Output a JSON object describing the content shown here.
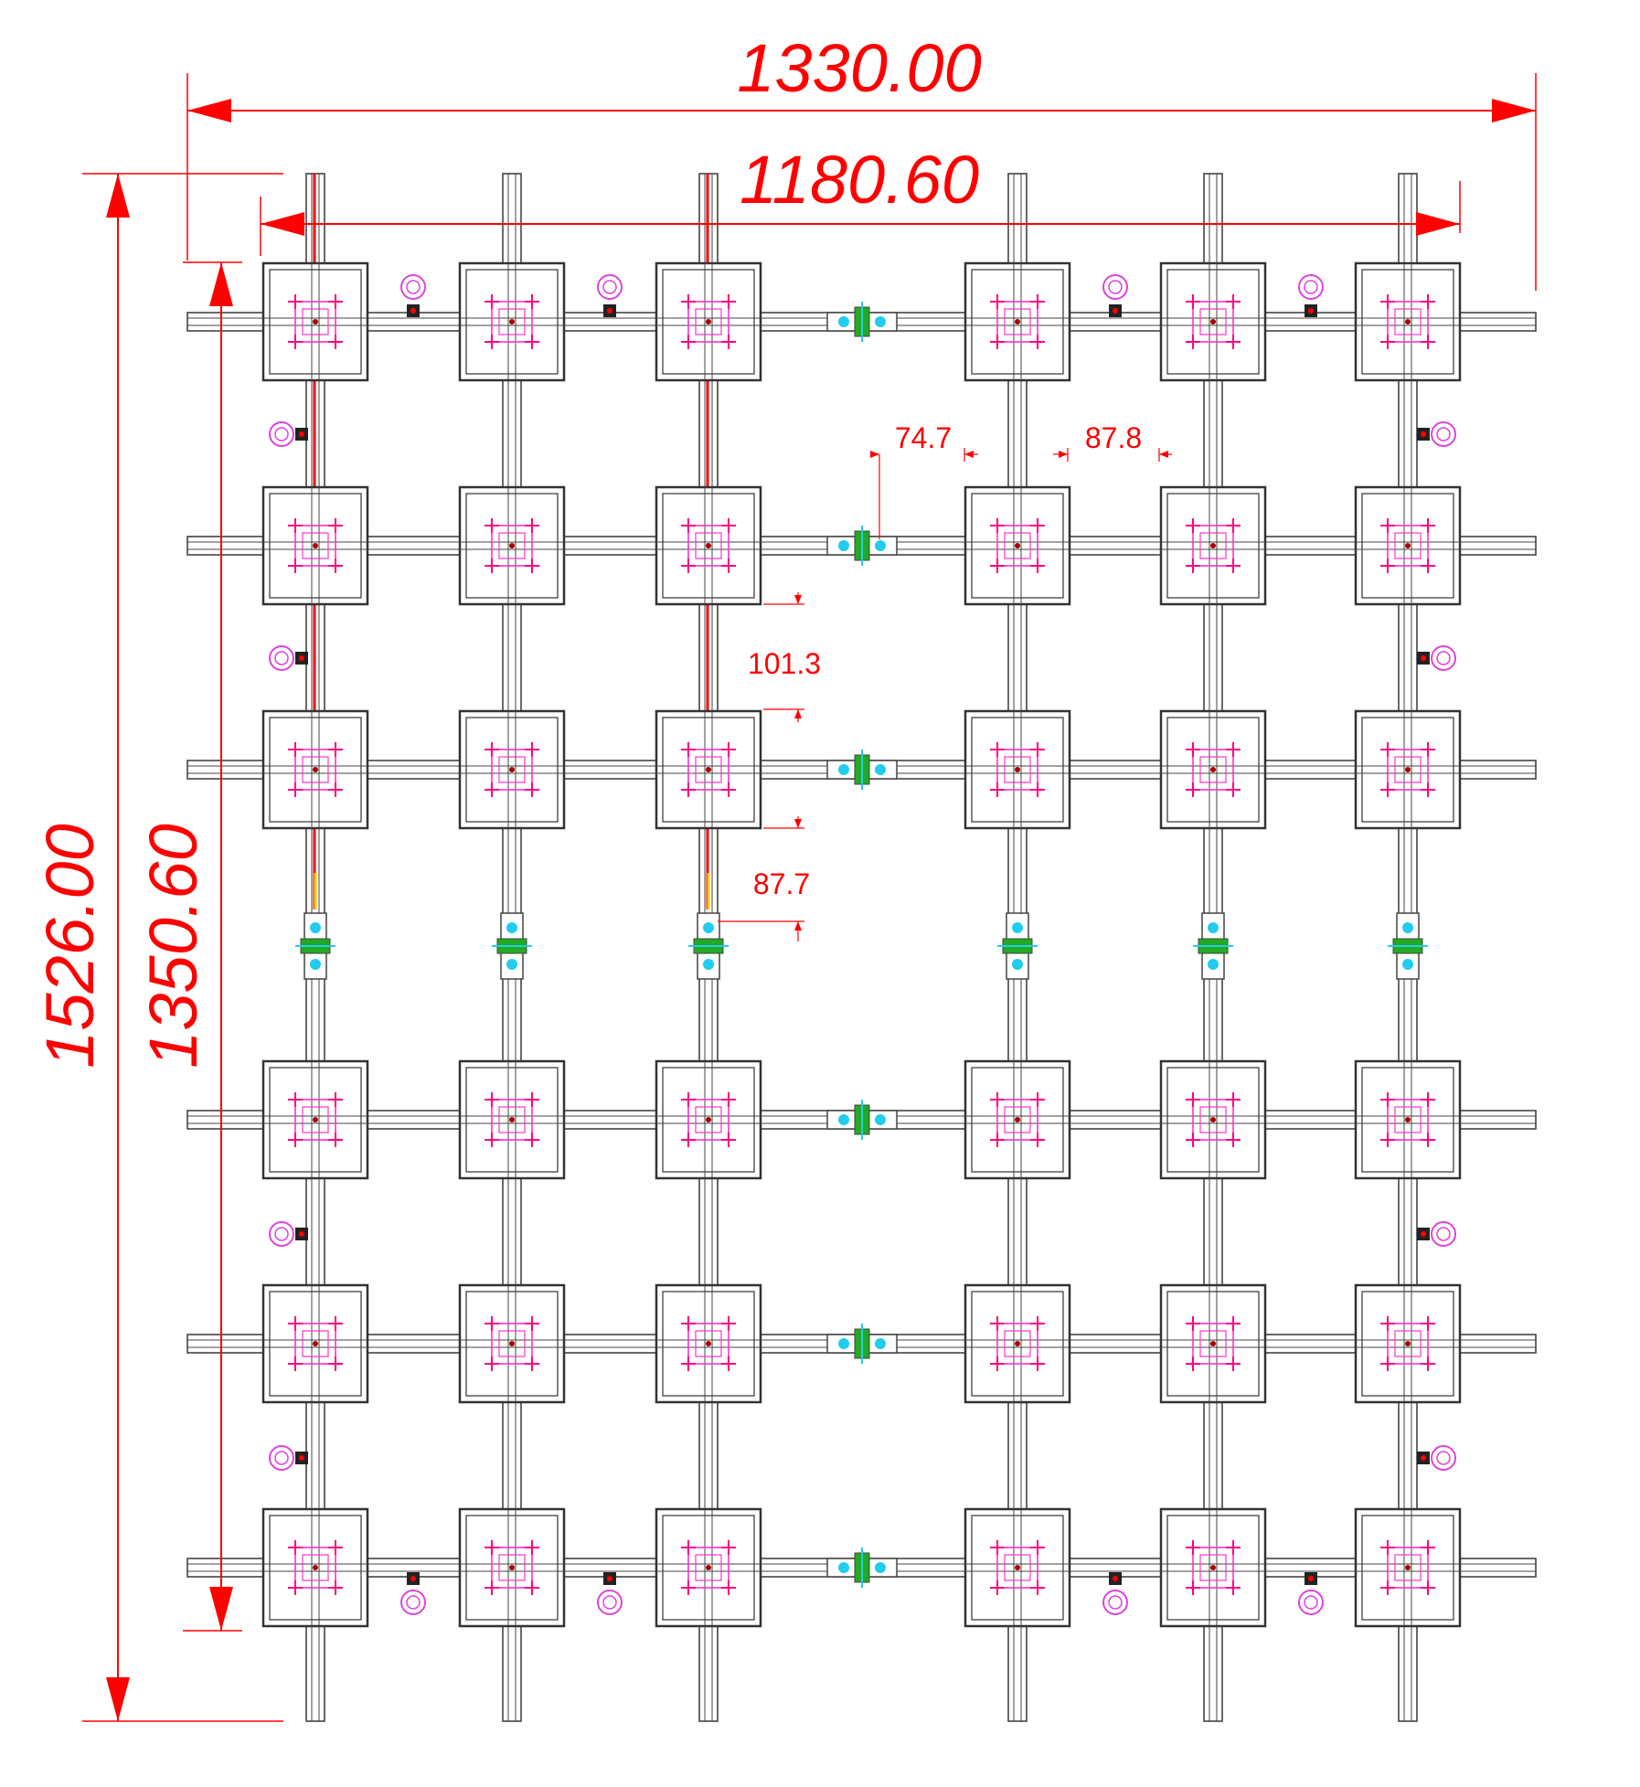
{
  "drawing": {
    "colors": {
      "background": "#ffffff",
      "dimension": "#ff0000",
      "rail": "#444444",
      "module_outline": "#333333",
      "pad": "#ff33cc",
      "pad_mark": "#ff0080",
      "hoist_ring": "#dd44dd",
      "connector_blue": "#22ccee",
      "connector_green": "#22aa22",
      "center_mark": "#aa0000"
    },
    "icons": {
      "module": "square-module-icon",
      "hoist_ring": "hoist-ring-icon",
      "connector": "rail-connector-icon"
    },
    "dimensions": {
      "overall_width": "1330.00",
      "inner_width": "1180.60",
      "overall_height": "1526.00",
      "inner_height": "1350.60",
      "gap_horizontal_1": "74.7",
      "gap_horizontal_2": "87.8",
      "gap_vertical_1": "101.3",
      "gap_vertical_2": "87.7"
    },
    "grid": {
      "columns": 6,
      "module_rows": 6,
      "connector_row_after": 3
    }
  }
}
